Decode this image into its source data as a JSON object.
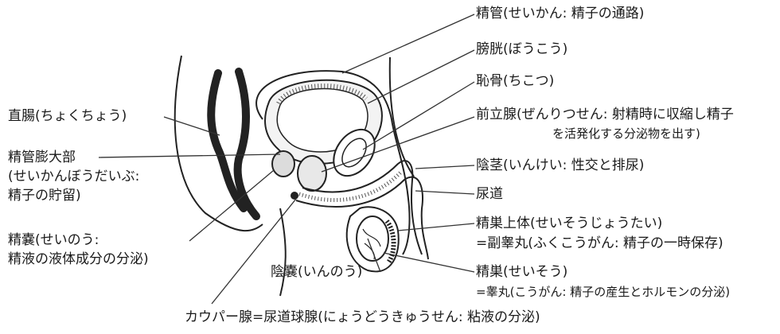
{
  "labels": {
    "vas_deferens": "精管(せいかん: 精子の通路)",
    "bladder": "膀胱(ぼうこう)",
    "pubic_bone": "恥骨(ちこつ)",
    "prostate_line1": "前立腺(ぜんりつせん: 射精時に収縮し精子",
    "prostate_line2": "を活発化する分泌物を出す)",
    "penis": "陰茎(いんけい: 性交と排尿)",
    "urethra": "尿道",
    "epididymis_line1": "精巣上体(せいそうじょうたい)",
    "epididymis_line2": "=副睾丸(ふくこうがん: 精子の一時保存)",
    "testis_line1": "精巣(せいそう)",
    "testis_line2": "=睾丸(こうがん: 精子の産生とホルモンの分泌)",
    "cowper": "カウパー腺=尿道球腺(にょうどうきゅうせん: 粘液の分泌)",
    "scrotum": "陰嚢(いんのう)",
    "seminal_vesicle_line1": "精嚢(せいのう:",
    "seminal_vesicle_line2": "精液の液体成分の分泌)",
    "ampulla_line1": "精管膨大部",
    "ampulla_line2": "(せいかんぼうだいぶ:",
    "ampulla_line3": "精子の貯留)",
    "rectum": "直腸(ちょくちょう)"
  }
}
